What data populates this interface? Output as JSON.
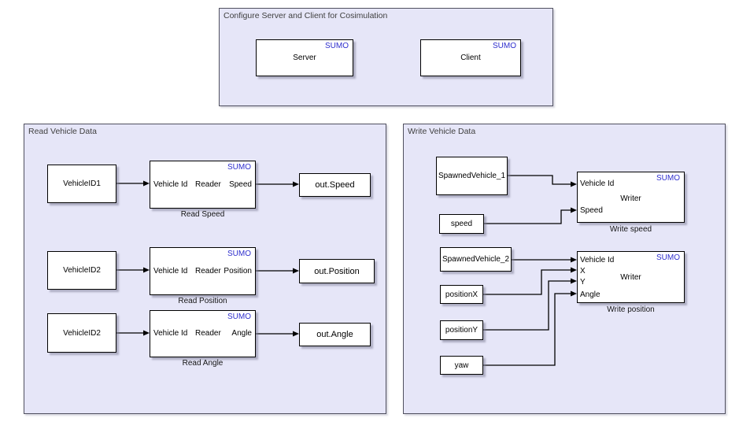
{
  "colors": {
    "panel_fill": "#E6E6F8",
    "panel_border": "#50505F",
    "block_fill": "#FFFFFF",
    "block_border": "#000000",
    "sumo_badge_blue": "#2E2ECD",
    "wire": "#000000",
    "panel_title_text": "#404040"
  },
  "areas": {
    "config": {
      "title": "Configure Server and Client for Cosimulation",
      "server": {
        "badge": "SUMO",
        "name": "Server"
      },
      "client": {
        "badge": "SUMO",
        "name": "Client"
      }
    },
    "read": {
      "title": "Read Vehicle Data",
      "rows": [
        {
          "source": "VehicleID1",
          "reader": {
            "badge": "SUMO",
            "in": "Vehicle Id",
            "name": "Reader",
            "out": "Speed",
            "caption": "Read Speed"
          },
          "sink": "out.Speed"
        },
        {
          "source": "VehicleID2",
          "reader": {
            "badge": "SUMO",
            "in": "Vehicle Id",
            "name": "Reader",
            "out": "Position",
            "caption": "Read Position"
          },
          "sink": "out.Position"
        },
        {
          "source": "VehicleID2",
          "reader": {
            "badge": "SUMO",
            "in": "Vehicle Id",
            "name": "Reader",
            "out": "Angle",
            "caption": "Read Angle"
          },
          "sink": "out.Angle"
        }
      ]
    },
    "write": {
      "title": "Write Vehicle Data",
      "speed_group": {
        "sources": [
          "SpawnedVehicle_1",
          "speed"
        ],
        "writer": {
          "badge": "SUMO",
          "name": "Writer",
          "ports": [
            "Vehicle Id",
            "Speed"
          ],
          "caption": "Write speed"
        }
      },
      "position_group": {
        "sources": [
          "SpawnedVehicle_2",
          "positionX",
          "positionY",
          "yaw"
        ],
        "writer": {
          "badge": "SUMO",
          "name": "Writer",
          "ports": [
            "Vehicle Id",
            "X",
            "Y",
            "Angle"
          ],
          "caption": "Write position"
        }
      }
    }
  }
}
